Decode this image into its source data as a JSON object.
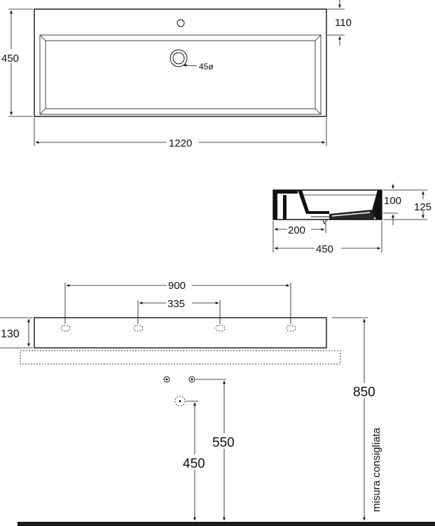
{
  "top_view": {
    "depth": "450",
    "width": "1220",
    "tap_offset": "110",
    "drain_diameter": "45ø"
  },
  "side_view": {
    "rim_height": "100",
    "total_height": "125",
    "drain_offset": "200",
    "depth": "450"
  },
  "front_view": {
    "tap_spacing_outer": "900",
    "tap_spacing_inner": "335",
    "front_height": "130",
    "install_height": "850",
    "install_note": "misura consigliata",
    "supply_height": "550",
    "drain_height": "450"
  }
}
